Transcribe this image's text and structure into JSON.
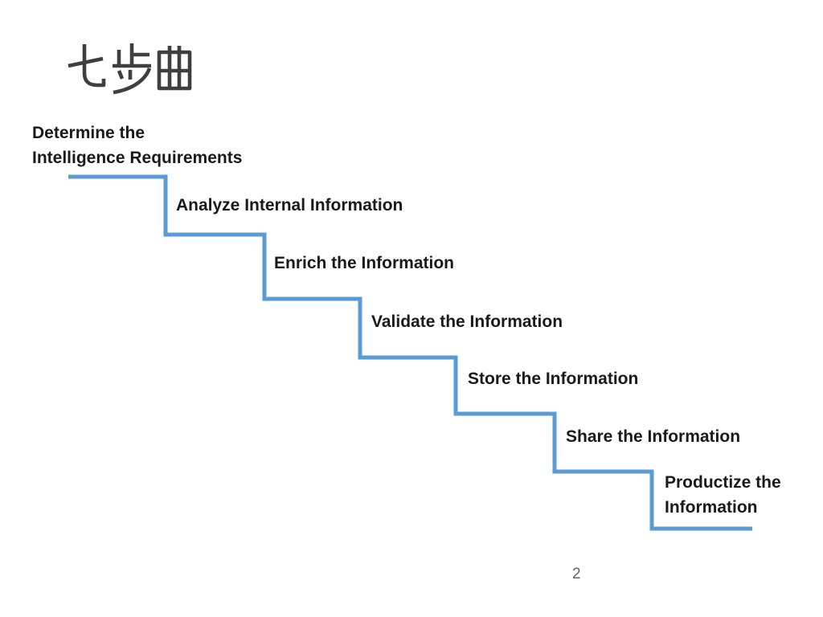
{
  "slide": {
    "title": {
      "text": "七步曲",
      "color": "#3f3f3f"
    },
    "accent_color": "#5b9bd5",
    "text_color": "#1a1a1a",
    "page_number": "2",
    "steps": [
      {
        "label": "Determine the\nIntelligence Requirements"
      },
      {
        "label": "Analyze Internal Information"
      },
      {
        "label": "Enrich the Information"
      },
      {
        "label": "Validate the Information"
      },
      {
        "label": "Store the Information"
      },
      {
        "label": "Share the Information"
      },
      {
        "label": "Productize the\nInformation"
      }
    ]
  }
}
